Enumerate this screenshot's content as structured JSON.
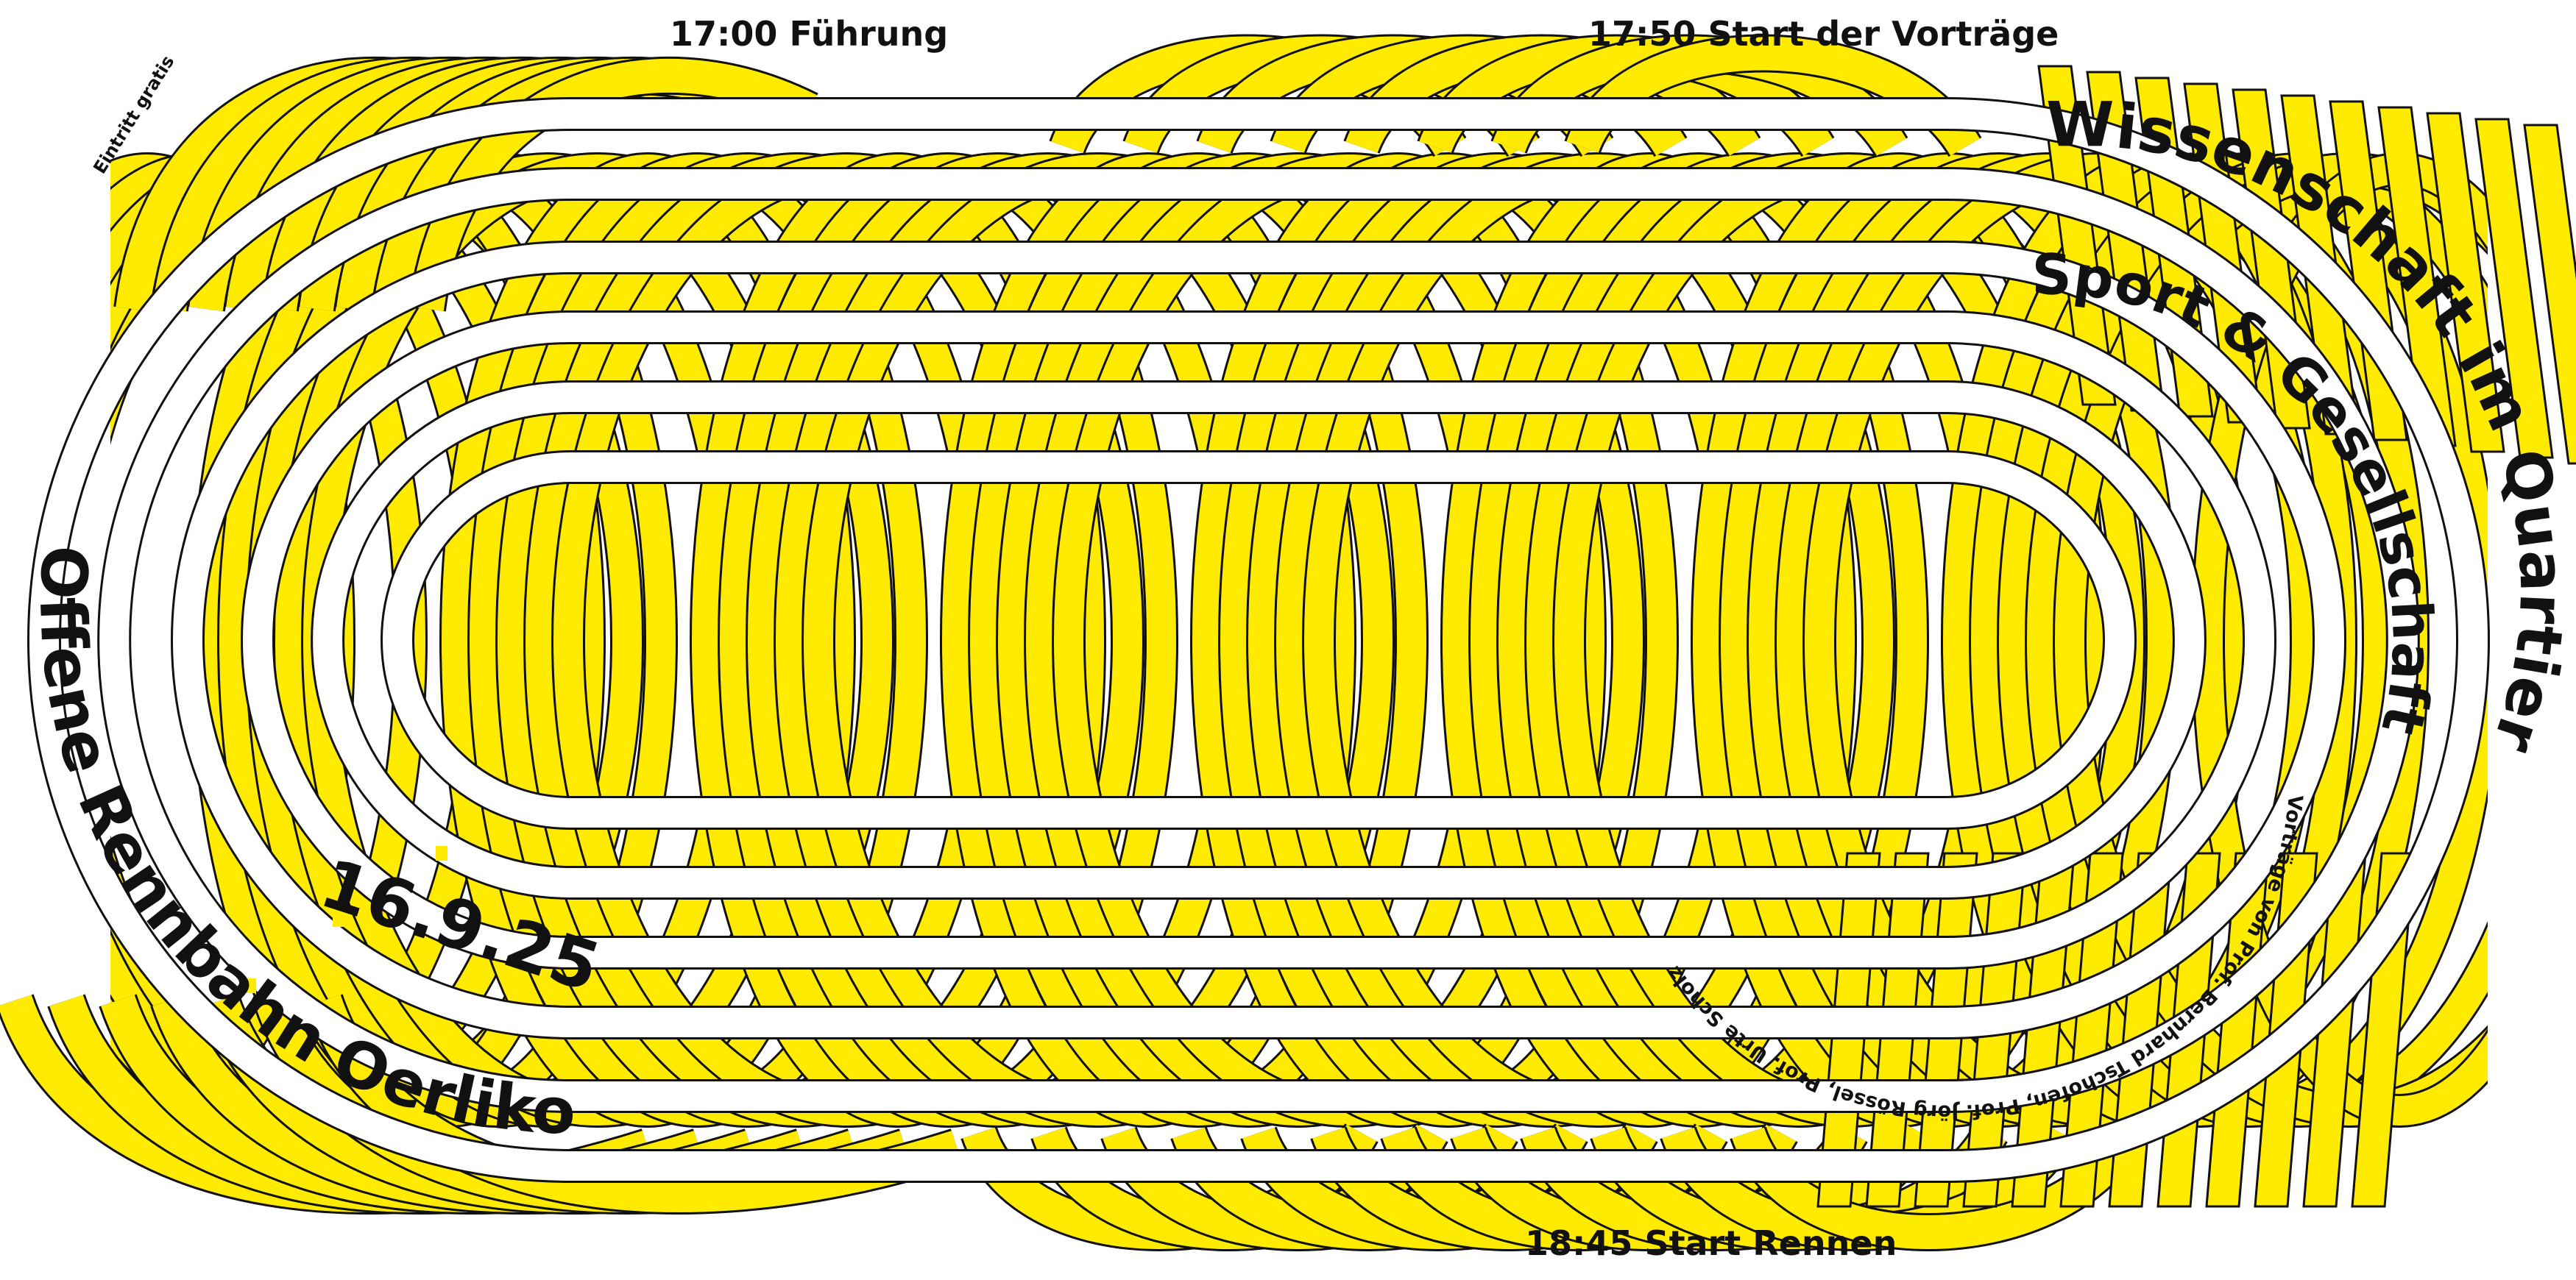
{
  "poster": {
    "time_tour": "17:00 Führung",
    "time_talks": "17:50 Start der Vorträge",
    "time_race": "18:45 Start Rennen",
    "admission": "Eintritt gratis",
    "title": "Wissenschaft im Quartier",
    "subtitle": "Sport & Gesellschaft",
    "venue": "Offene Rennbahn Oerlikon",
    "date": "16.9.25",
    "speakers": "Vorträge von Prof. Bernhard Tschofen, Prof. Jörg Rössel, Prof. Urte Scholz"
  },
  "colors": {
    "yellow": "#FFEB00",
    "ink": "#111111",
    "paper": "#FFFFFF"
  }
}
